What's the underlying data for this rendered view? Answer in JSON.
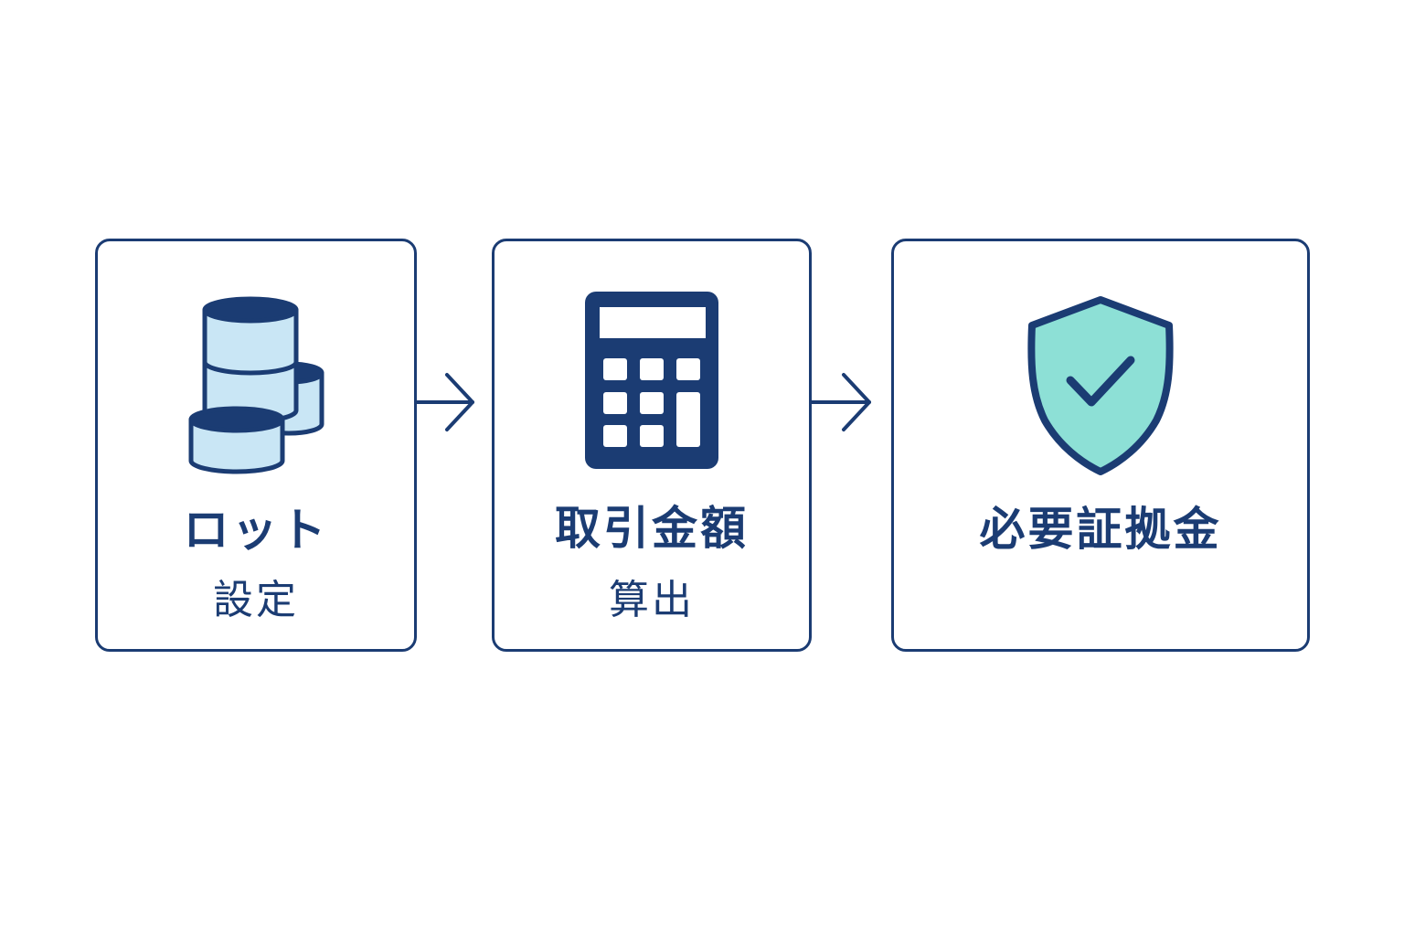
{
  "steps": [
    {
      "title": "ロット",
      "subtitle": "設定",
      "icon": "database-stack-icon"
    },
    {
      "title": "取引金額",
      "subtitle": "算出",
      "icon": "calculator-icon"
    },
    {
      "title": "必要証拠金",
      "subtitle": "",
      "icon": "shield-check-icon"
    }
  ],
  "colors": {
    "primary": "#1b3c73",
    "light_blue": "#c9e6f5",
    "mint": "#8de0d6",
    "background": "#ffffff"
  }
}
